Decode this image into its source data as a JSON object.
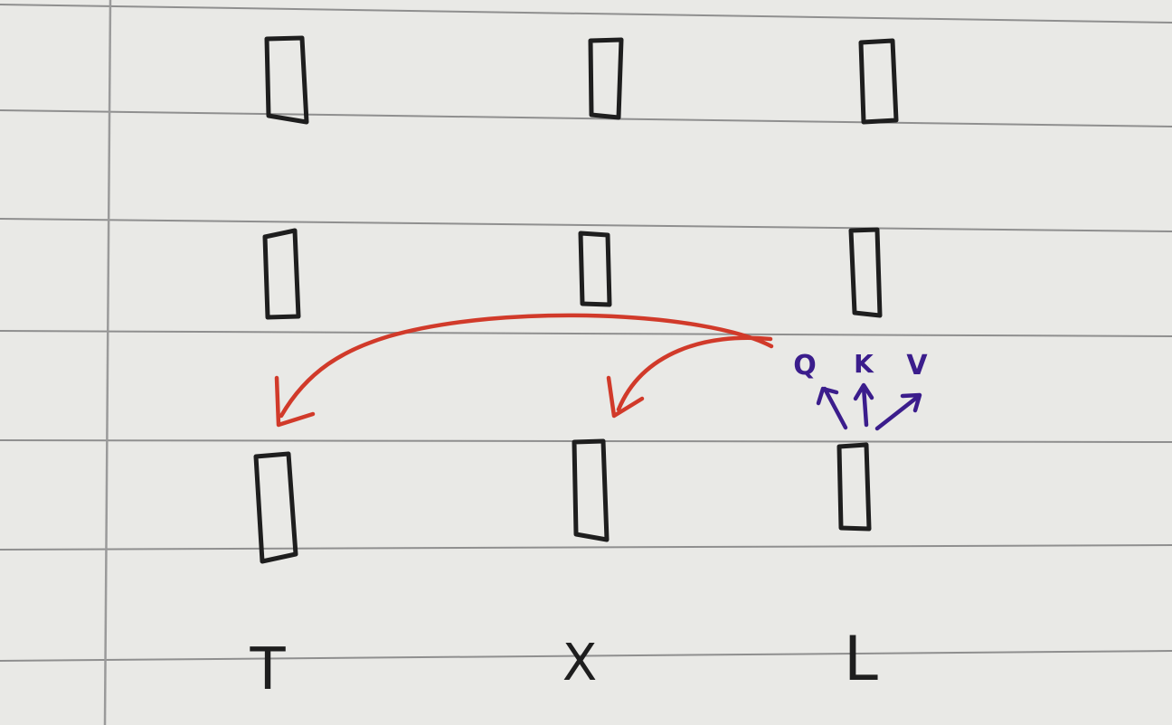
{
  "colors": {
    "paper": "#e9e9e6",
    "ruled_line": "#8f8f8f",
    "margin_line": "#9a9a9a",
    "ink": "#1e1e1e",
    "attention_arrow": "#d13a2a",
    "qkv_ink": "#3b1d8c"
  },
  "diagram": {
    "columns": [
      {
        "id": "t",
        "label": "T"
      },
      {
        "id": "x",
        "label": "X"
      },
      {
        "id": "l",
        "label": "L"
      }
    ],
    "layers": [
      "top",
      "middle",
      "bottom"
    ],
    "qkv": {
      "q": "Q",
      "k": "K",
      "v": "V"
    },
    "attention_edges": [
      {
        "from": "l",
        "to": "t"
      },
      {
        "from": "l",
        "to": "x"
      }
    ]
  }
}
